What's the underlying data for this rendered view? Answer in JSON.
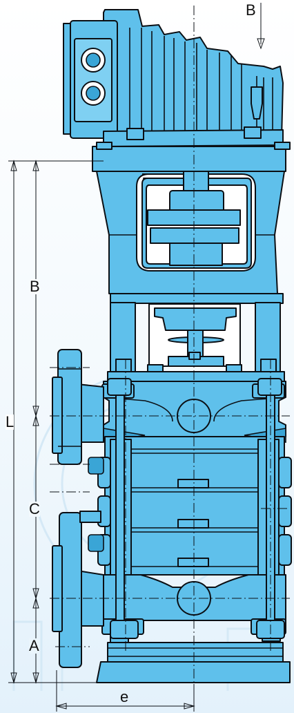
{
  "labels": {
    "section_view": "B",
    "dim_l": "L",
    "dim_a": "A",
    "dim_b": "B",
    "dim_c": "C",
    "dim_e": "e"
  },
  "colors": {
    "body": "#5fc0eb",
    "body_light": "#7fd0f2",
    "shade": "#3aa5d6",
    "outline": "#0b0f14",
    "background": "#ffffff",
    "watermark": "#d5e9f6"
  }
}
